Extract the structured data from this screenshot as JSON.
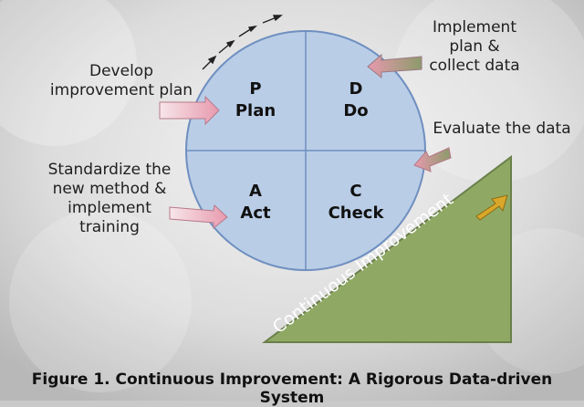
{
  "quadrants": {
    "plan": {
      "letter": "P",
      "name": "Plan"
    },
    "do": {
      "letter": "D",
      "name": "Do"
    },
    "act": {
      "letter": "A",
      "name": "Act"
    },
    "check": {
      "letter": "C",
      "name": "Check"
    }
  },
  "callouts": {
    "develop": [
      "Develop",
      "improvement plan"
    ],
    "implement": [
      "Implement",
      "plan &",
      "collect data"
    ],
    "evaluate": [
      "Evaluate the data"
    ],
    "standardize": [
      "Standardize the",
      "new method &",
      "implement",
      "training"
    ]
  },
  "ramp_label": "Continuous Improvement",
  "caption": "Figure 1. Continuous Improvement: A Rigorous Data-driven System",
  "colors": {
    "circle_fill": "#b9cde6",
    "circle_stroke": "#6f8fc0",
    "ramp_fill": "#8fa964",
    "ramp_stroke": "#6a7f4a",
    "callout_arrow": "#e8b4c0",
    "improve_arrow": "#d9a72a"
  }
}
